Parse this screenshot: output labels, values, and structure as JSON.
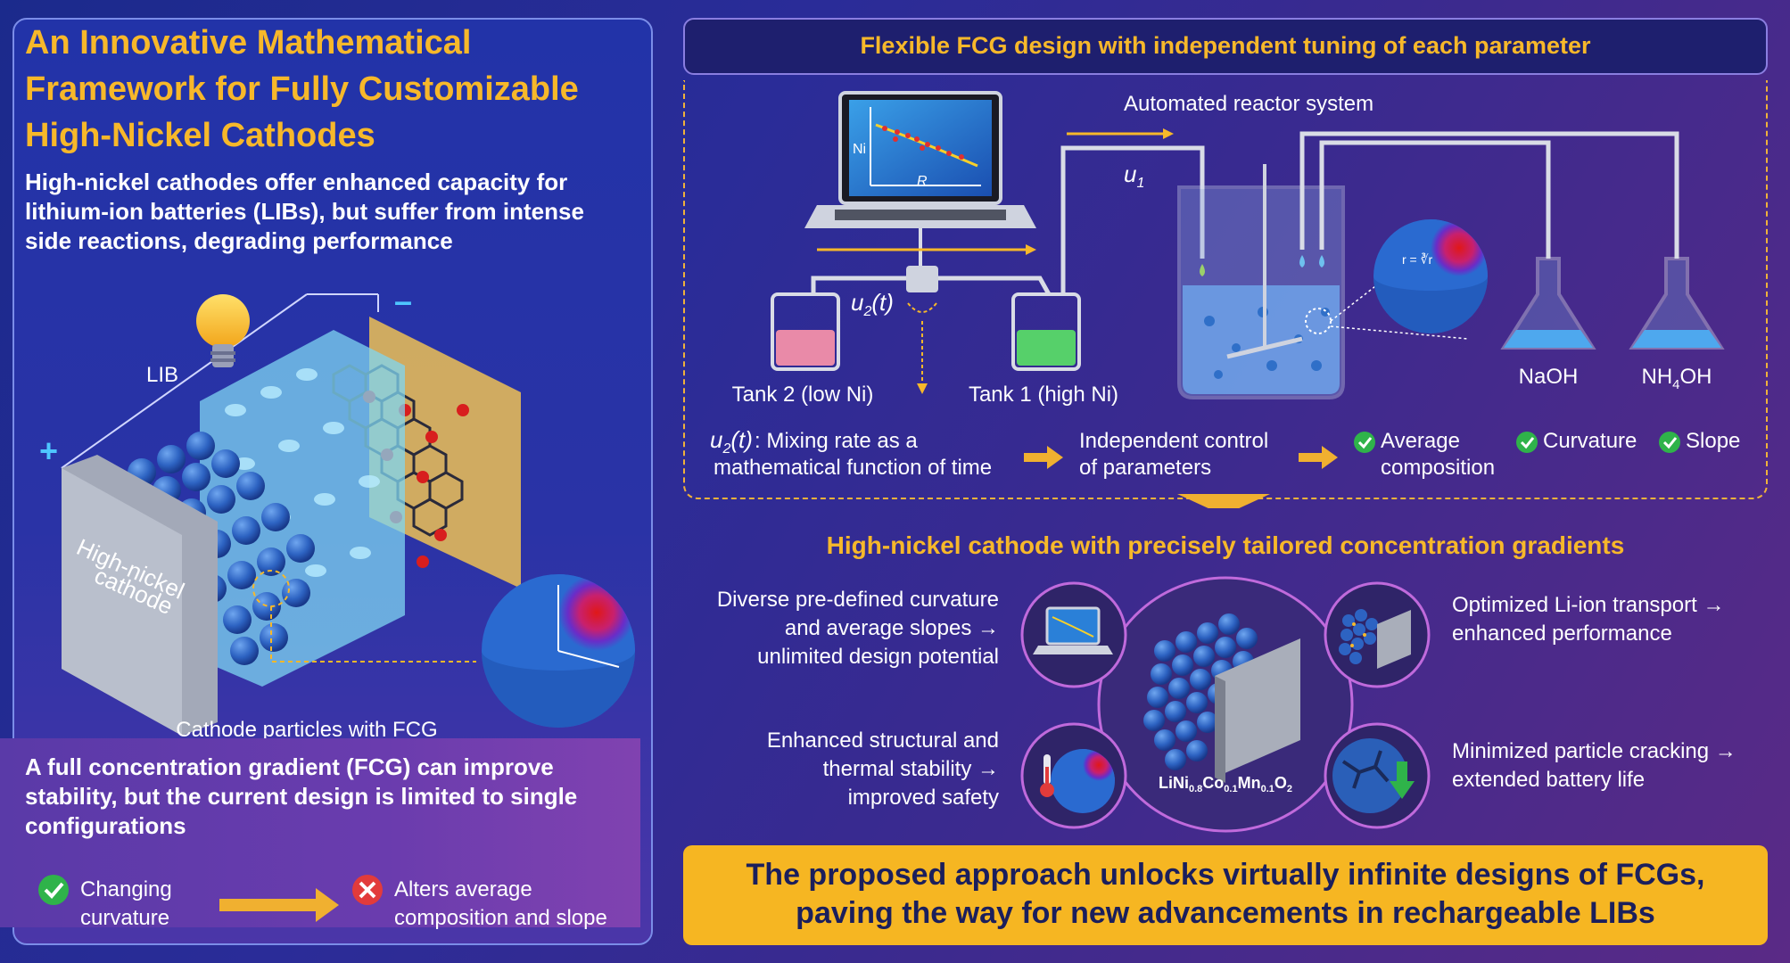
{
  "left": {
    "title": "An Innovative Mathematical Framework for Fully Customizable High-Nickel Cathodes",
    "intro": "High-nickel cathodes offer enhanced capacity for lithium-ion batteries (LIBs), but suffer from intense side reactions, degrading performance",
    "lib_label": "LIB",
    "plus": "+",
    "minus": "–",
    "cathode_label_line1": "High-nickel",
    "cathode_label_line2": "cathode",
    "particles_caption": "Cathode particles with FCG",
    "note": "A full concentration gradient (FCG) can improve stability, but the current design is limited to single configurations",
    "check_text_line1": "Changing",
    "check_text_line2": "curvature",
    "cross_text_line1": "Alters average",
    "cross_text_line2": "composition and slope"
  },
  "process": {
    "title": "Flexible FCG design with independent tuning of each parameter",
    "reactor_label": "Automated reactor system",
    "u1": "u",
    "u1_sub": "1",
    "u2": "u",
    "u2_sub": "2",
    "u2_t": "(t)",
    "plot_ni": "Ni",
    "plot_r": "R",
    "tank2": "Tank 2 (low Ni)",
    "tank1": "Tank 1 (high Ni)",
    "naoh": "NaOH",
    "nh4oh_a": "NH",
    "nh4oh_sub": "4",
    "nh4oh_b": "OH",
    "formula_r": "r = ∛r",
    "mix_line1_rest": ": Mixing rate as a",
    "mix_line2": "mathematical function of time",
    "indep_line1": "Independent control",
    "indep_line2": "of parameters",
    "avg_line1": "Average",
    "avg_line2": "composition",
    "curvature": "Curvature",
    "slope": "Slope"
  },
  "results": {
    "title": "High-nickel cathode with precisely tailored concentration gradients",
    "tl_line1": "Diverse pre-defined curvature",
    "tl_line2": "and average slopes →",
    "tl_line3": "unlimited design potential",
    "bl_line1": "Enhanced structural and",
    "bl_line2": "thermal stability →",
    "bl_line3": "improved safety",
    "tr_line1": "Optimized Li-ion transport →",
    "tr_line2": "enhanced performance",
    "br_line1": "Minimized particle cracking →",
    "br_line2": "extended battery life",
    "formula_a": "LiNi",
    "formula_s1": "0.8",
    "formula_b": "Co",
    "formula_s2": "0.1",
    "formula_c": "Mn",
    "formula_s3": "0.1",
    "formula_d": "O",
    "formula_s4": "2"
  },
  "banner": {
    "line1": "The proposed approach unlocks virtually infinite designs of FCGs,",
    "line2": "paving the way for new advancements in rechargeable LIBs"
  },
  "colors": {
    "accent": "#f7b82a",
    "check": "#2fb34a",
    "cross": "#e23b3b",
    "particle": "#2f6fc8"
  }
}
